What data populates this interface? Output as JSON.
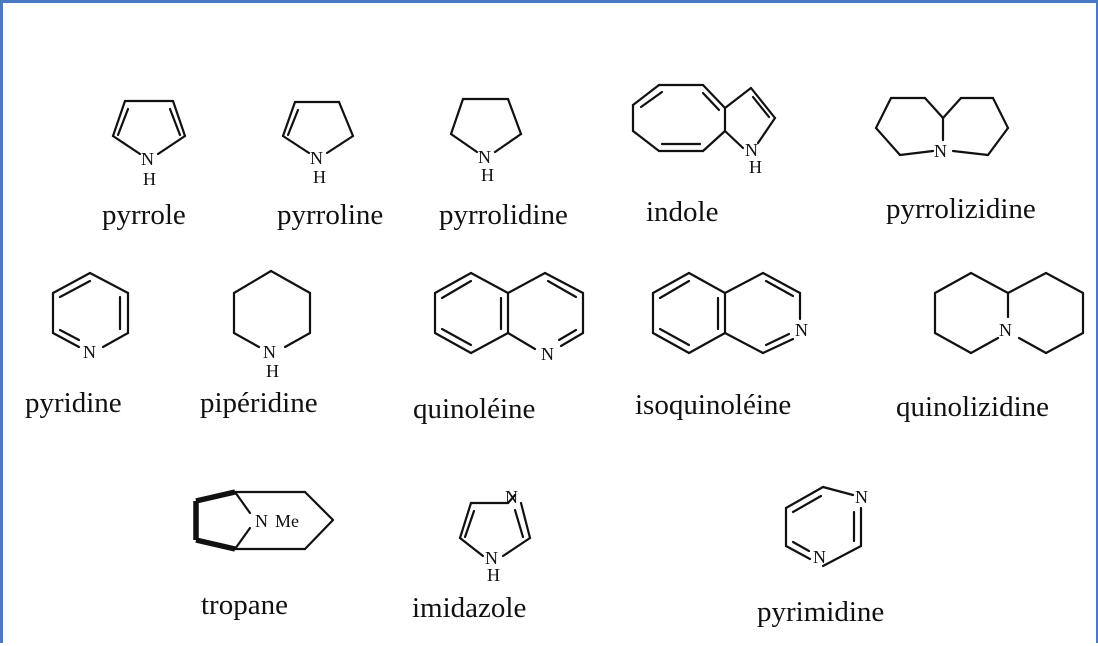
{
  "frame": {
    "border_color": "#4a79c4",
    "background": "#ffffff"
  },
  "molecules": [
    {
      "id": "pyrrole",
      "name": "pyrrole",
      "atoms": [
        "N",
        "H"
      ]
    },
    {
      "id": "pyrroline",
      "name": "pyrroline",
      "atoms": [
        "N",
        "H"
      ]
    },
    {
      "id": "pyrrolidine",
      "name": "pyrrolidine",
      "atoms": [
        "N",
        "H"
      ]
    },
    {
      "id": "indole",
      "name": "indole",
      "atoms": [
        "N",
        "H"
      ]
    },
    {
      "id": "pyrrolizidine",
      "name": "pyrrolizidine",
      "atoms": [
        "N"
      ]
    },
    {
      "id": "pyridine",
      "name": "pyridine",
      "atoms": [
        "N"
      ]
    },
    {
      "id": "piperidine",
      "name": "pipéridine",
      "atoms": [
        "N",
        "H"
      ]
    },
    {
      "id": "quinoline",
      "name": "quinoléine",
      "atoms": [
        "N"
      ]
    },
    {
      "id": "isoquinoline",
      "name": "isoquinoléine",
      "atoms": [
        "N"
      ]
    },
    {
      "id": "quinolizidine",
      "name": "quinolizidine",
      "atoms": [
        "N"
      ]
    },
    {
      "id": "tropane",
      "name": "tropane",
      "atoms": [
        "N",
        "Me"
      ]
    },
    {
      "id": "imidazole",
      "name": "imidazole",
      "atoms": [
        "N",
        "N",
        "H"
      ]
    },
    {
      "id": "pyrimidine",
      "name": "pyrimidine",
      "atoms": [
        "N",
        "N"
      ]
    }
  ]
}
